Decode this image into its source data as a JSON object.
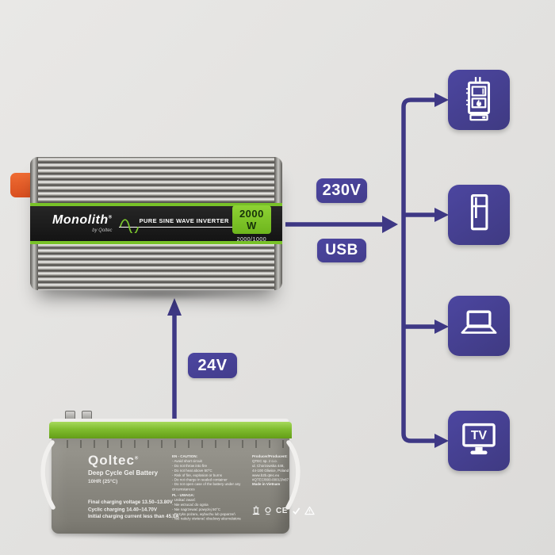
{
  "colors": {
    "accent_purple": "#453f8e",
    "accent_green": "#78c228",
    "badge_green": "#7dc82b",
    "tab_orange": "#e65f2b",
    "background": "#e3e2e0"
  },
  "inverter": {
    "brand": "Monolith",
    "brand_reg": "®",
    "brand_by": "by Qoltec",
    "tagline": "PURE SINE WAVE INVERTER",
    "power": "2000 W",
    "power_sub": "2000/1000"
  },
  "flow": {
    "ac_label": "230V",
    "usb_label": "USB",
    "dc_label": "24V"
  },
  "devices": {
    "first": "heating-boiler",
    "second": "refrigerator",
    "third": "laptop",
    "fourth": "tv",
    "tv_label": "TV"
  },
  "battery": {
    "brand": "Qoltec",
    "brand_reg": "®",
    "product": "Deep Cycle Gel Battery",
    "rate": "10HR (25°C)",
    "charging": [
      "Final charging voltage 13.50–13.80V",
      "Cyclic charging 14.40–14.70V",
      "Initial charging current less than 45.0A"
    ],
    "caution_en_title": "EN - CAUTION:",
    "caution_en": [
      "- Avoid short circuit",
      "- Do not throw into fire",
      "- Do not heat above 50°C",
      "- Risk of fire, explosion or burns",
      "- Do not charge in sealed container",
      "- Do not open case of the battery under any",
      "  circumstances"
    ],
    "caution_pl_title": "PL - UWAGA:",
    "caution_pl": [
      "- Unikać zwarć",
      "- Nie wrzucać do ognia",
      "- Nie nagrzewać powyżej 50°C",
      "- Ryzyko pożaru, wybuchu lub poparzeń",
      "- Nie należy otwierać obudowy akumulatora"
    ],
    "producer": [
      "Producer/Producent:",
      "QTEC sp. z o.o.",
      "ul. Chorzowska 448,",
      "44-100 Gliwice, Poland",
      "www.b2b.qtec.eu",
      "#QTEC/800-00013/v87"
    ],
    "made_in": "Made in Vietnam",
    "cert_ce": "CE"
  }
}
